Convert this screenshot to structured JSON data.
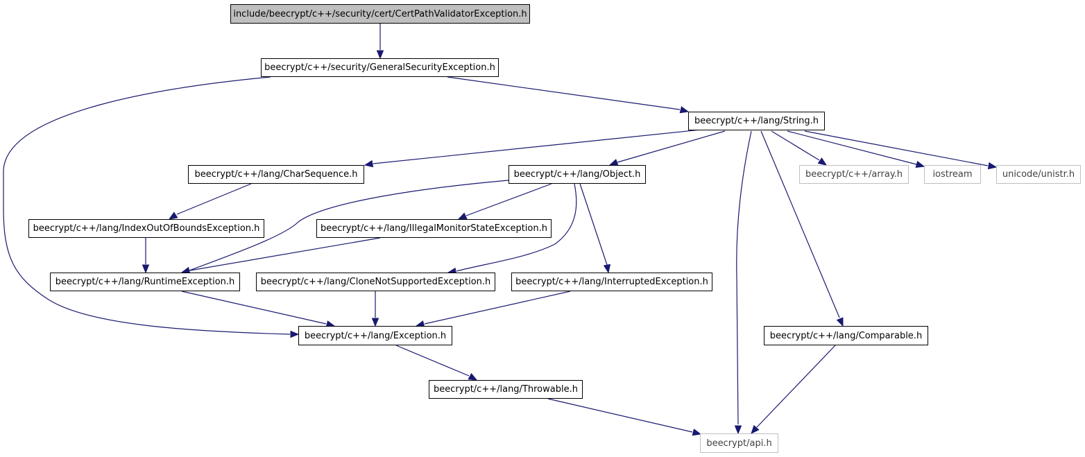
{
  "nodes": [
    {
      "id": "root",
      "label": "include/beecrypt/c++/security/cert/CertPathValidatorException.h",
      "kind": "root"
    },
    {
      "id": "gse",
      "label": "beecrypt/c++/security/GeneralSecurityException.h",
      "kind": "documented"
    },
    {
      "id": "string",
      "label": "beecrypt/c++/lang/String.h",
      "kind": "documented"
    },
    {
      "id": "charseq",
      "label": "beecrypt/c++/lang/CharSequence.h",
      "kind": "documented"
    },
    {
      "id": "object",
      "label": "beecrypt/c++/lang/Object.h",
      "kind": "documented"
    },
    {
      "id": "array",
      "label": "beecrypt/c++/array.h",
      "kind": "external"
    },
    {
      "id": "iostream",
      "label": "iostream",
      "kind": "external"
    },
    {
      "id": "unistr",
      "label": "unicode/unistr.h",
      "kind": "external"
    },
    {
      "id": "ioobe",
      "label": "beecrypt/c++/lang/IndexOutOfBoundsException.h",
      "kind": "documented"
    },
    {
      "id": "imse",
      "label": "beecrypt/c++/lang/IllegalMonitorStateException.h",
      "kind": "documented"
    },
    {
      "id": "runtime",
      "label": "beecrypt/c++/lang/RuntimeException.h",
      "kind": "documented"
    },
    {
      "id": "clone",
      "label": "beecrypt/c++/lang/CloneNotSupportedException.h",
      "kind": "documented"
    },
    {
      "id": "interrupted",
      "label": "beecrypt/c++/lang/InterruptedException.h",
      "kind": "documented"
    },
    {
      "id": "exception",
      "label": "beecrypt/c++/lang/Exception.h",
      "kind": "documented"
    },
    {
      "id": "comparable",
      "label": "beecrypt/c++/lang/Comparable.h",
      "kind": "documented"
    },
    {
      "id": "throwable",
      "label": "beecrypt/c++/lang/Throwable.h",
      "kind": "documented"
    },
    {
      "id": "api",
      "label": "beecrypt/api.h",
      "kind": "external"
    }
  ],
  "edges": [
    {
      "from": "root",
      "to": "gse"
    },
    {
      "from": "gse",
      "to": "exception"
    },
    {
      "from": "gse",
      "to": "string"
    },
    {
      "from": "string",
      "to": "charseq"
    },
    {
      "from": "string",
      "to": "object"
    },
    {
      "from": "string",
      "to": "array"
    },
    {
      "from": "string",
      "to": "iostream"
    },
    {
      "from": "string",
      "to": "unistr"
    },
    {
      "from": "string",
      "to": "api"
    },
    {
      "from": "string",
      "to": "comparable"
    },
    {
      "from": "charseq",
      "to": "ioobe"
    },
    {
      "from": "ioobe",
      "to": "runtime"
    },
    {
      "from": "object",
      "to": "runtime"
    },
    {
      "from": "object",
      "to": "imse"
    },
    {
      "from": "object",
      "to": "clone"
    },
    {
      "from": "object",
      "to": "interrupted"
    },
    {
      "from": "imse",
      "to": "runtime"
    },
    {
      "from": "runtime",
      "to": "exception"
    },
    {
      "from": "clone",
      "to": "exception"
    },
    {
      "from": "interrupted",
      "to": "exception"
    },
    {
      "from": "exception",
      "to": "throwable"
    },
    {
      "from": "throwable",
      "to": "api"
    },
    {
      "from": "comparable",
      "to": "api"
    }
  ]
}
